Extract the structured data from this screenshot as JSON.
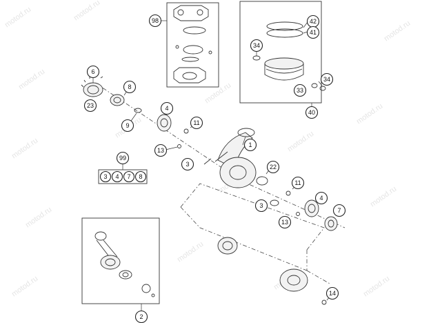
{
  "watermark": "motod.ru",
  "callouts": {
    "c98": "98",
    "c42": "42",
    "c41": "41",
    "c34a": "34",
    "c34b": "34",
    "c33": "33",
    "c40": "40",
    "c6": "6",
    "c8": "8",
    "c23": "23",
    "c4a": "4",
    "c9": "9",
    "c11a": "11",
    "c13a": "13",
    "c1": "1",
    "c3a": "3",
    "c22": "22",
    "c99": "99",
    "k99_3": "3",
    "k99_4": "4",
    "k99_7": "7",
    "k99_8": "8",
    "c11b": "11",
    "c3b": "3",
    "c4b": "4",
    "c7": "7",
    "c13b": "13",
    "c2": "2",
    "c14": "14"
  }
}
